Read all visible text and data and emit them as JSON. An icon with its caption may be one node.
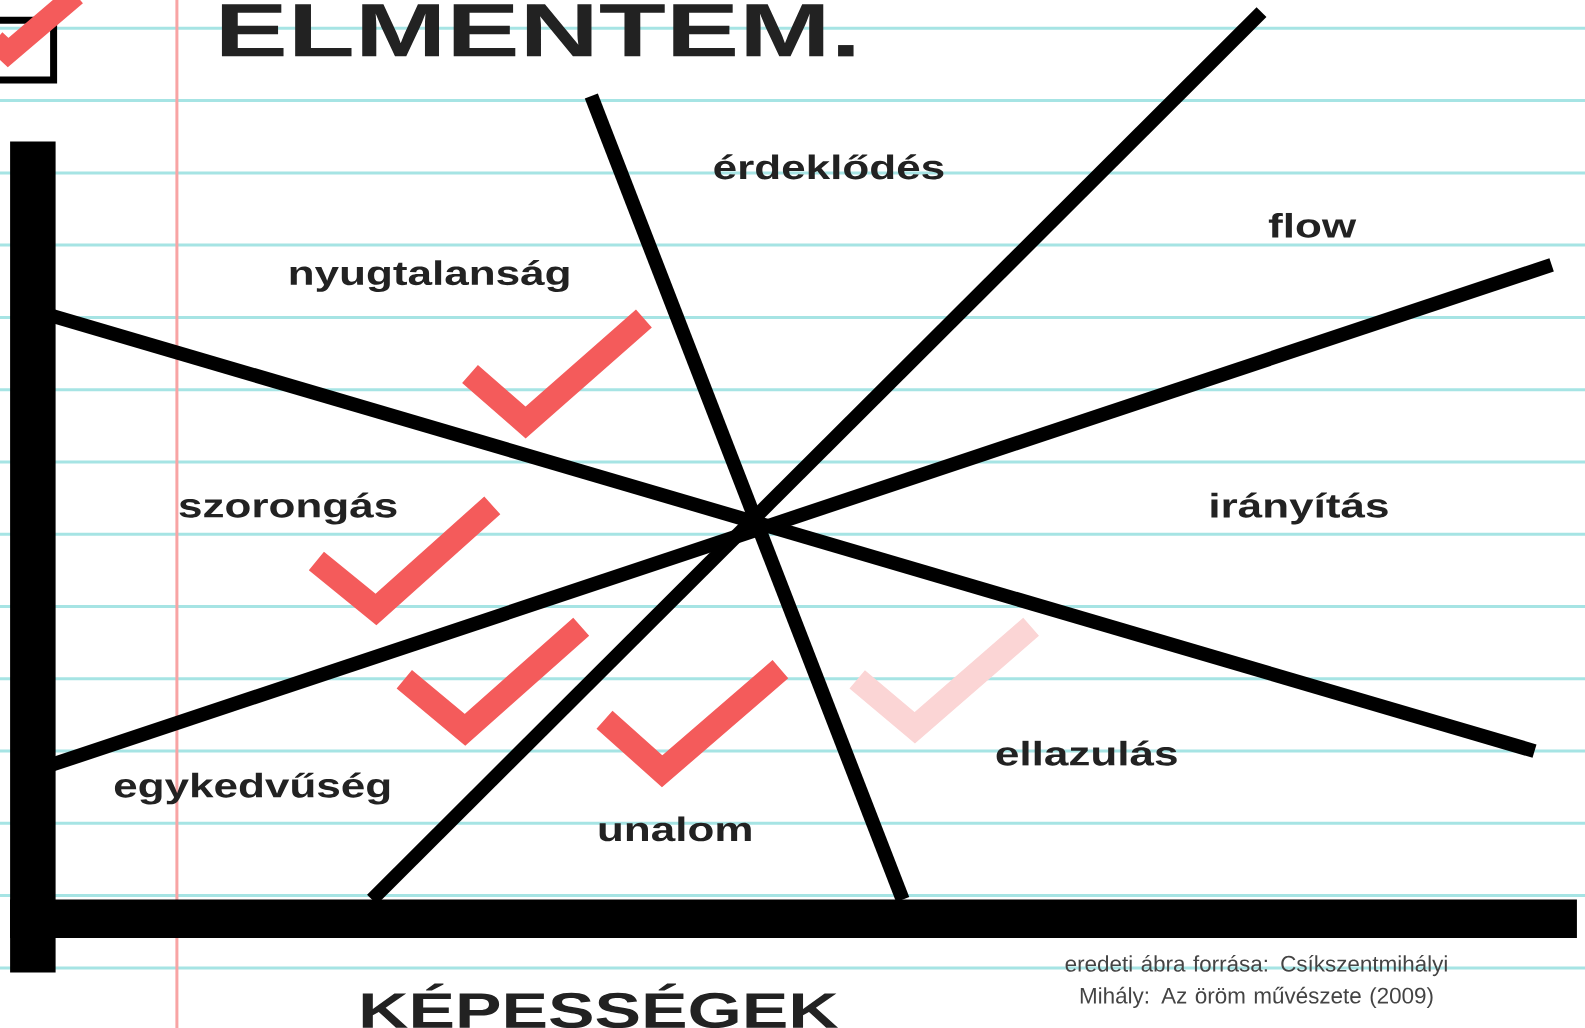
{
  "diagram": {
    "title": "ELMENTEM.",
    "labels": [
      "érdeklődés",
      "flow",
      "nyugtalanság",
      "szorongás",
      "irányítás",
      "egykedvűség",
      "unalom",
      "ellazulás",
      "KÉPESSÉGEK"
    ],
    "caption": "eredeti ábra forrása: Csíkszentmihályi Mihály: Az öröm művészete (2009)"
  }
}
